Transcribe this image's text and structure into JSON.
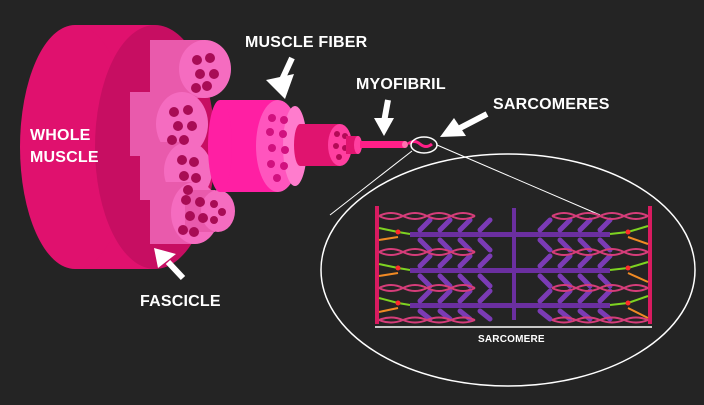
{
  "labels": {
    "whole_muscle": [
      "WHOLE",
      "MUSCLE"
    ],
    "muscle_fiber": "MUSCLE FIBER",
    "myofibril": "MYOFIBRIL",
    "sarcomeres": "SARCOMERES",
    "fascicle": "FASCICLE",
    "sarcomere": "SARCOMERE"
  },
  "colors": {
    "background": "#242424",
    "whole_muscle": "#e0116e",
    "whole_muscle_dark": "#b80c5a",
    "fascicle": "#f25ab5",
    "fiber": "#ff1fa3",
    "myofibril": "#e0146f",
    "actin": "#d63d7a",
    "myosin": "#6b2fa0",
    "z_disc": "#d81b60",
    "titin_green": "#7ed321",
    "titin_orange": "#f08a24",
    "connector_red": "#ff2b2b",
    "arrow": "#ffffff"
  }
}
